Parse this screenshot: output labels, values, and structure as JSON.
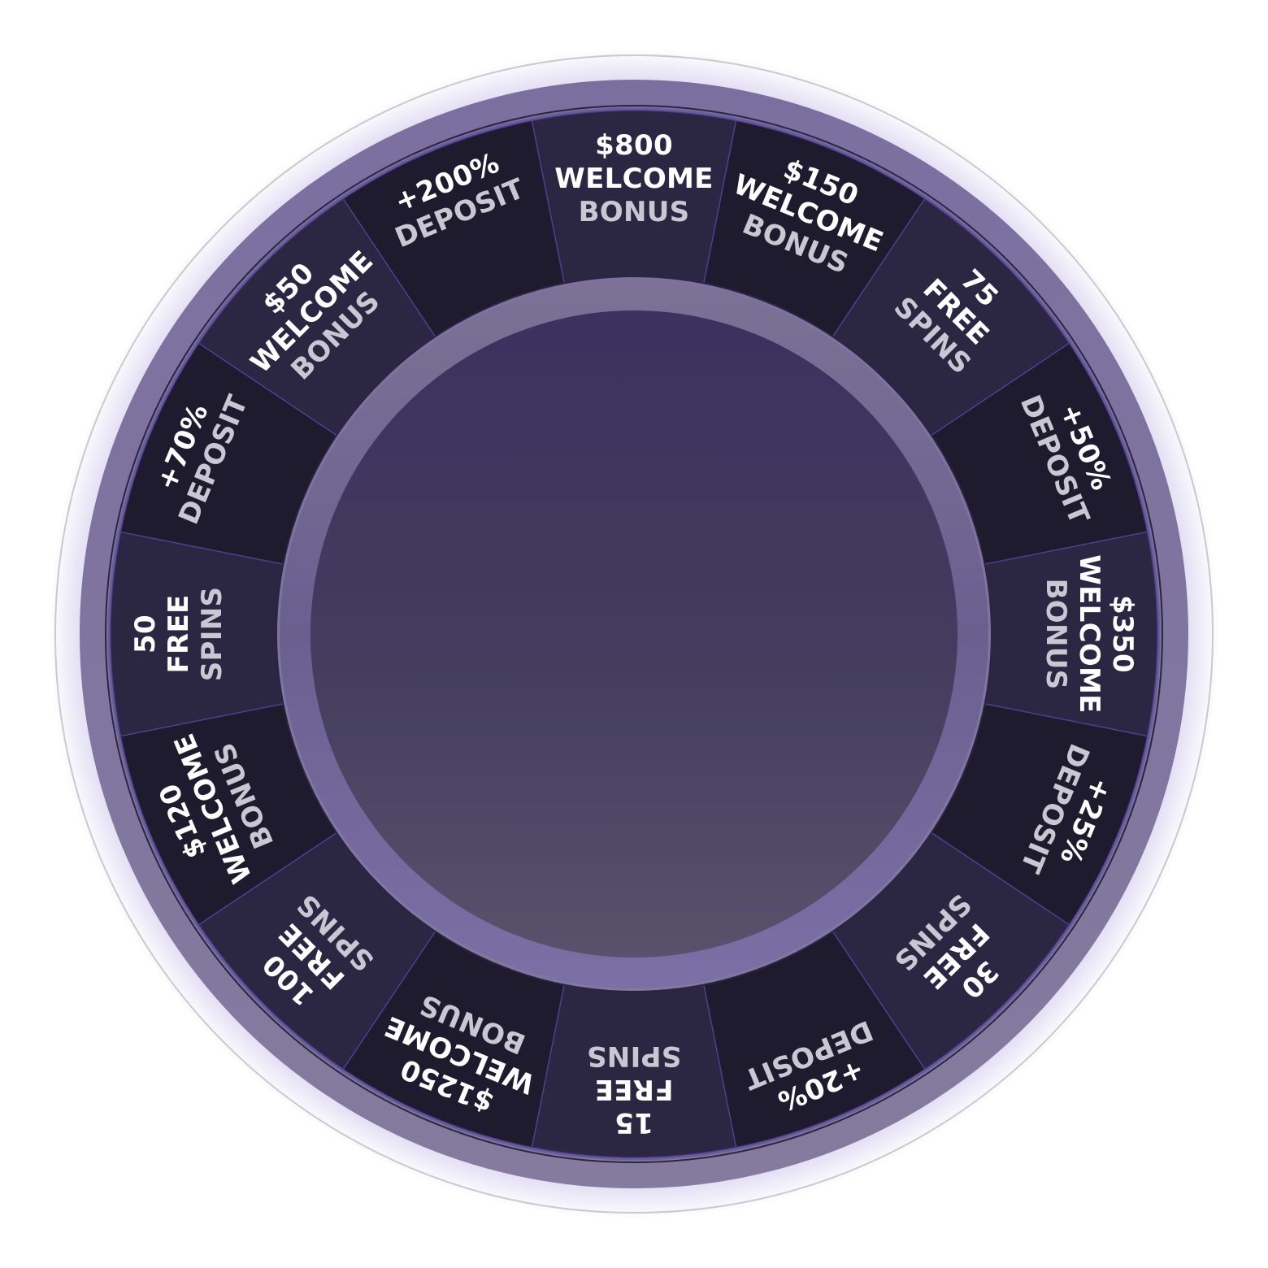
{
  "wheel": {
    "colors": {
      "outer_ring": "#7e7399",
      "outer_ring_edge": "#6a5e8c",
      "segment_dark": "#1e1b2e",
      "segment_light": "#2b2743",
      "segment_divider": "#4a3f8a",
      "hub_top": "#3d3360",
      "hub_bottom": "#555068",
      "hub_rim": "#7a7098",
      "text_primary": "#ffffff",
      "text_secondary": "#c9c7d1"
    },
    "segments": [
      {
        "lines": [
          "$800",
          "WELCOME",
          "BONUS"
        ],
        "shade": "light"
      },
      {
        "lines": [
          "$150",
          "WELCOME",
          "BONUS"
        ],
        "shade": "dark"
      },
      {
        "lines": [
          "75",
          "FREE",
          "SPINS"
        ],
        "shade": "light"
      },
      {
        "lines": [
          "+50%",
          "DEPOSIT"
        ],
        "shade": "dark"
      },
      {
        "lines": [
          "$350",
          "WELCOME",
          "BONUS"
        ],
        "shade": "light"
      },
      {
        "lines": [
          "+25%",
          "DEPOSIT"
        ],
        "shade": "dark"
      },
      {
        "lines": [
          "30",
          "FREE",
          "SPINS"
        ],
        "shade": "light"
      },
      {
        "lines": [
          "+20%",
          "DEPOSIT"
        ],
        "shade": "dark"
      },
      {
        "lines": [
          "15",
          "FREE",
          "SPINS"
        ],
        "shade": "light"
      },
      {
        "lines": [
          "$1250",
          "WELCOME",
          "BONUS"
        ],
        "shade": "dark"
      },
      {
        "lines": [
          "100",
          "FREE",
          "SPINS"
        ],
        "shade": "light"
      },
      {
        "lines": [
          "$120",
          "WELCOME",
          "BONUS"
        ],
        "shade": "dark"
      },
      {
        "lines": [
          "50",
          "FREE",
          "SPINS"
        ],
        "shade": "light"
      },
      {
        "lines": [
          "+70%",
          "DEPOSIT"
        ],
        "shade": "dark"
      },
      {
        "lines": [
          "$50",
          "WELCOME",
          "BONUS"
        ],
        "shade": "light"
      },
      {
        "lines": [
          "+200%",
          "DEPOSIT"
        ],
        "shade": "dark"
      }
    ]
  }
}
